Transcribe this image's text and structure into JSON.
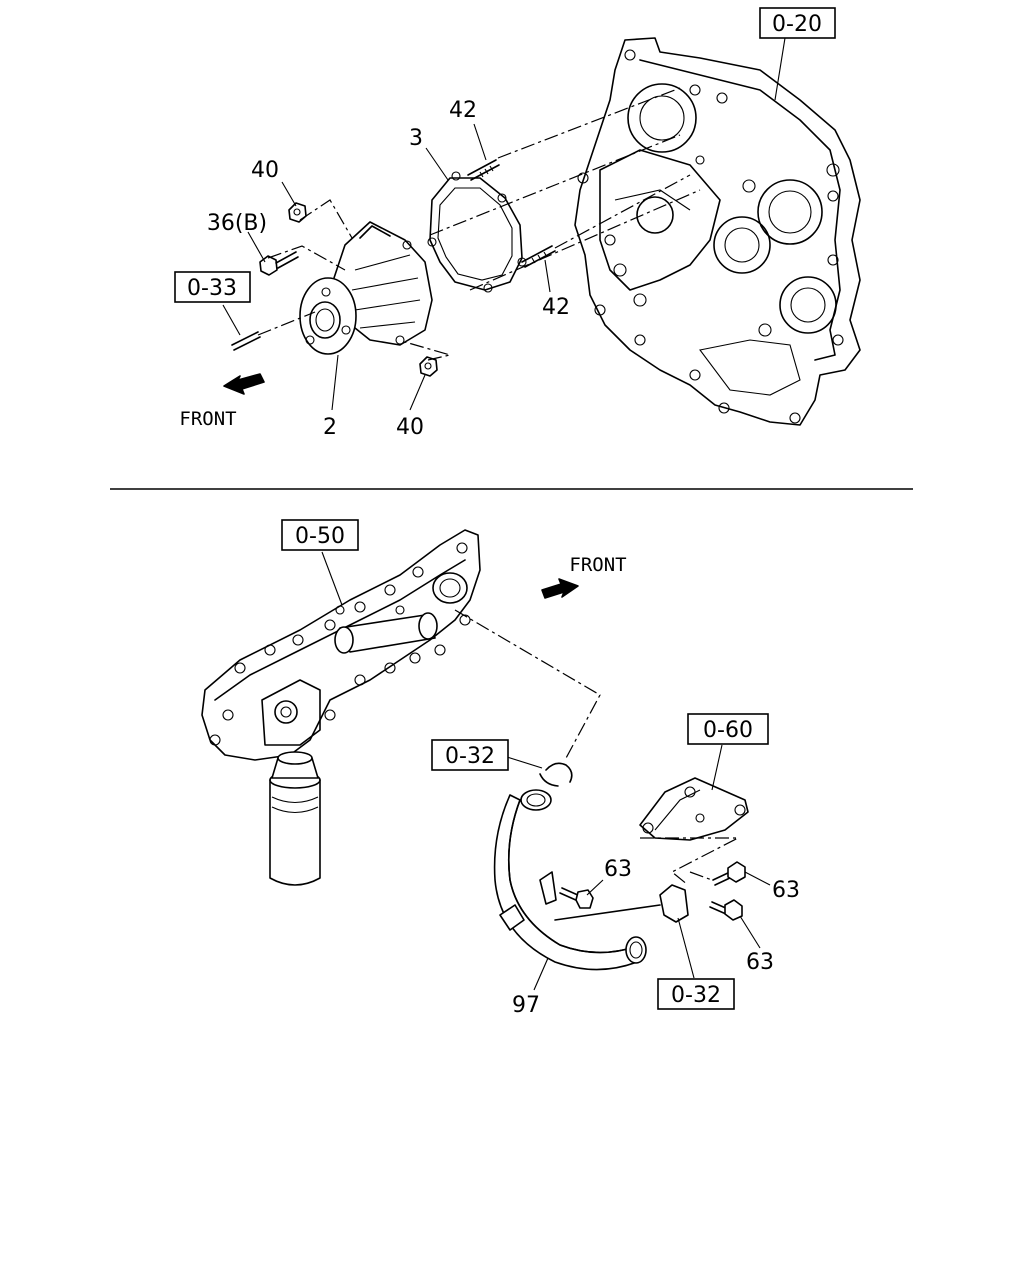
{
  "labels": {
    "ref_0_20": "0-20",
    "ref_0_33": "0-33",
    "ref_0_50": "0-50",
    "ref_0_60": "0-60",
    "ref_0_32a": "0-32",
    "ref_0_32b": "0-32",
    "part_40a": "40",
    "part_40b": "40",
    "part_36b": "36(B)",
    "part_3": "3",
    "part_42a": "42",
    "part_42b": "42",
    "part_2": "2",
    "part_63a": "63",
    "part_63b": "63",
    "part_63c": "63",
    "part_97": "97",
    "front_top": "FRONT",
    "front_bottom": "FRONT"
  }
}
